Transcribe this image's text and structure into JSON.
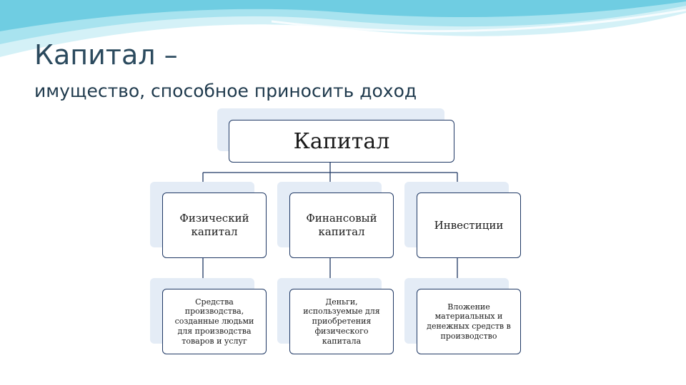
{
  "slide": {
    "title": "Капитал –",
    "subtitle": "имущество, способное приносить доход"
  },
  "diagram": {
    "root": "Капитал",
    "categories": [
      {
        "label": "Физический капитал",
        "description": "Средства производства, созданные людьми для производства товаров и услуг"
      },
      {
        "label": "Финансовый капитал",
        "description": "Деньги, используемые для приобретения физического капитала"
      },
      {
        "label": "Инвестиции",
        "description": "Вложение материальных и денежных средств в производство"
      }
    ]
  },
  "colors": {
    "border": "#1f3864",
    "shadow": "#e4ecf6",
    "wave_light": "#bfe9f2",
    "wave_mid": "#7fd3e6",
    "title": "#2b4a5e"
  }
}
